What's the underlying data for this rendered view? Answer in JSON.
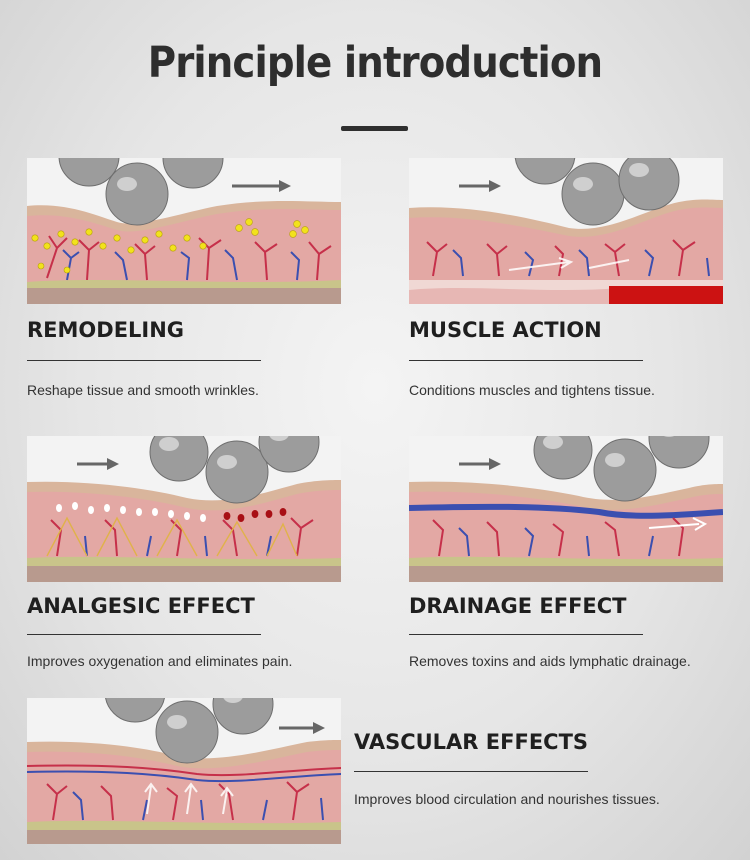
{
  "title": "Principle introduction",
  "colors": {
    "title": "#2e2e2e",
    "skin_top": "#c9a184",
    "dermis": "#e4a7a3",
    "vessel_red": "#c6304a",
    "vessel_blue": "#3b4fb0",
    "fat_yellow": "#f2e21c",
    "toxin_red": "#a80f15",
    "ball_grey": "#8a8a8a"
  },
  "sections": [
    {
      "title": "REMODELING",
      "description": "Reshape tissue and smooth wrinkles.",
      "icon": "roller-balls-icon"
    },
    {
      "title": "MUSCLE ACTION",
      "description": "Conditions muscles and tightens tissue.",
      "icon": "roller-balls-icon"
    },
    {
      "title": "ANALGESIC EFFECT",
      "description": "Improves oxygenation and  eliminates pain.",
      "icon": "roller-balls-icon"
    },
    {
      "title": "DRAINAGE EFFECT",
      "description": "Removes toxins and aids lymphatic drainage.",
      "icon": "roller-balls-icon"
    },
    {
      "title": "VASCULAR EFFECTS",
      "description": "Improves blood circulation and nourishes tissues.",
      "icon": "roller-balls-icon"
    }
  ]
}
